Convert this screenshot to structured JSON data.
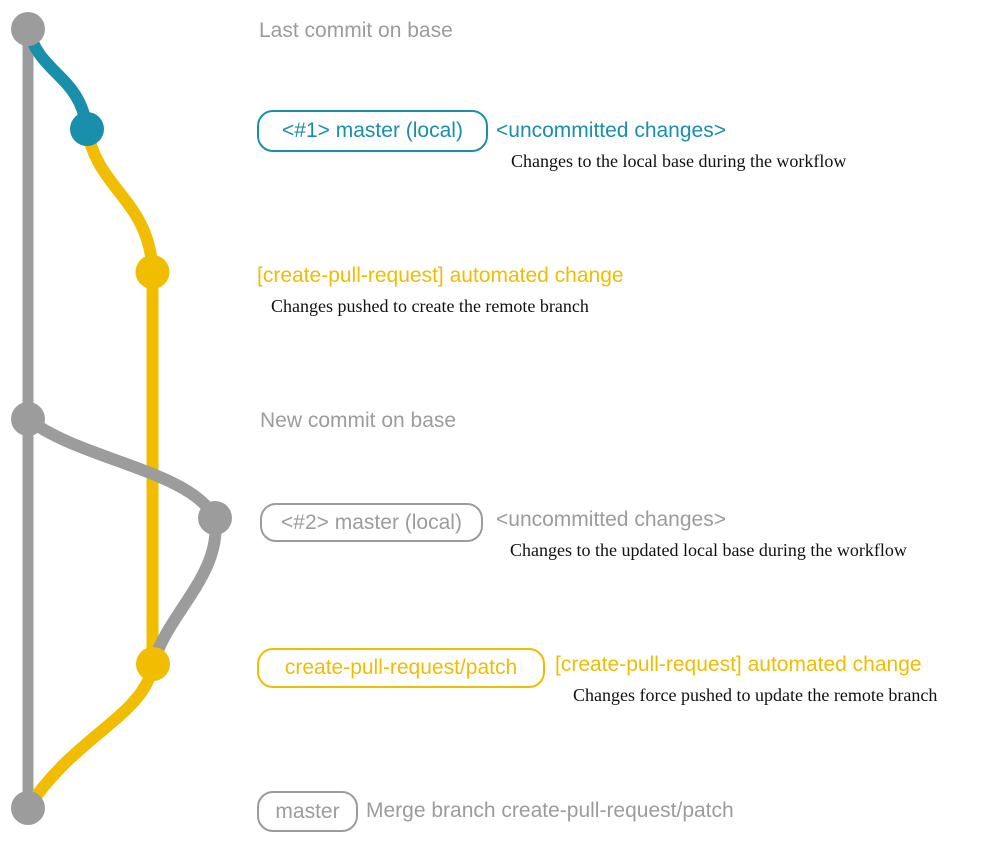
{
  "colors": {
    "gray": "#9c9c9c",
    "teal": "#1a8fac",
    "yellow": "#f0bd00",
    "ink": "#111111",
    "background": "#ffffff"
  },
  "annotations": {
    "last_commit": {
      "title": "Last commit on base"
    },
    "first_cycle": {
      "branch_badge": "<#1> master (local)",
      "uncommitted": "<uncommitted changes>",
      "uncommitted_note": "Changes to the local base during the workflow",
      "automated_change": "[create-pull-request] automated change",
      "automated_note": "Changes pushed to create the remote branch"
    },
    "new_commit": {
      "title": "New commit on base"
    },
    "second_cycle": {
      "branch_badge": "<#2> master (local)",
      "uncommitted": "<uncommitted changes>",
      "uncommitted_note": "Changes to the updated local base during the workflow",
      "patch_badge": "create-pull-request/patch",
      "automated_change": "[create-pull-request] automated change",
      "automated_note": "Changes force pushed to update the remote branch"
    },
    "merge": {
      "branch_badge": "master",
      "message": "Merge branch create-pull-request/patch"
    }
  }
}
